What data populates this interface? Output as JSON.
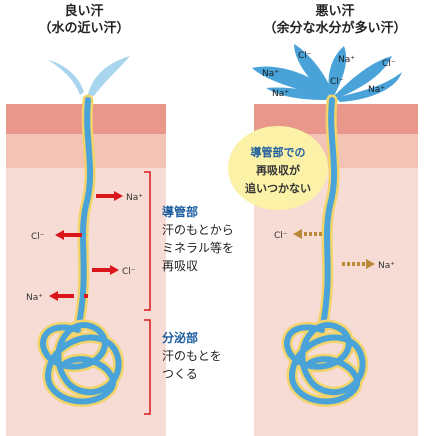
{
  "left": {
    "title": "良い汗",
    "subtitle": "（水の近い汗）",
    "ions": {
      "na_upper": "Na⁺",
      "cl_left": "Cl⁻",
      "cl_mid": "Cl⁻",
      "na_lower": "Na⁺"
    },
    "duct_heading": "導管部",
    "duct_lines": [
      "汗のもとから",
      "ミネラル等を",
      "再吸収"
    ],
    "secretory_heading": "分泌部",
    "secretory_lines": [
      "汗のもとを",
      "つくる"
    ]
  },
  "right": {
    "title": "悪い汗",
    "subtitle": "（余分な水分が多い汗）",
    "drop_ions": [
      "Na⁺",
      "Cl⁻",
      "Na⁺",
      "Cl⁻",
      "Na⁺",
      "Cl⁻",
      "Na⁺"
    ],
    "bubble_heading": "導管部での",
    "bubble_lines": [
      "再吸収が",
      "追いつかない"
    ],
    "ions": {
      "cl_left": "Cl⁻",
      "na_right": "Na⁺"
    }
  },
  "colors": {
    "skin_top": "#e8978a",
    "skin_mid": "#f3c3b6",
    "skin_body": "#f6dcd4",
    "gland_blue": "#4aa3d8",
    "gland_outline": "#f2d46a",
    "arrow_red": "#d9161b",
    "arrow_brown": "#b88a3a",
    "label_blue": "#1f5fa0",
    "bubble_yellow": "#fbf2a8"
  }
}
